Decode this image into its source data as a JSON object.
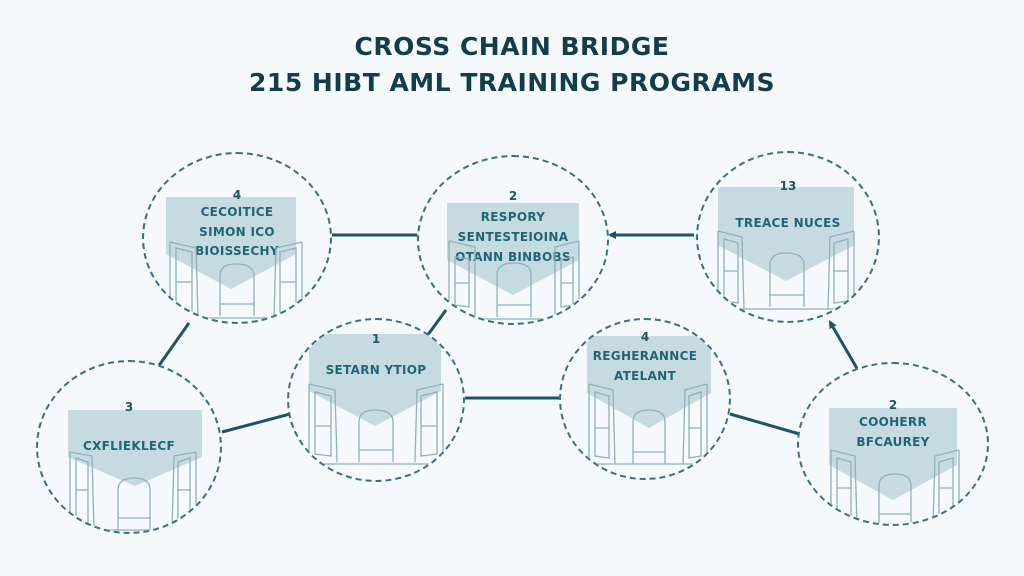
{
  "header": {
    "title_line_1": "CROSS CHAIN BRIDGE",
    "title_line_2": "215 HIBT AML TRAINING PROGRAMS"
  },
  "colors": {
    "background": "#f5f9fb",
    "title": "#123d4a",
    "connector": "#1d5566",
    "dashed_border": "#3d6f80",
    "banner_fill": "#c6dbe1",
    "banner_text": "#1f6576",
    "room_line": "#8fb0bb"
  },
  "nodes": [
    {
      "id": "node-top-left",
      "step": "4",
      "lines": [
        "CECOITICE",
        "SIMON ICO",
        "BIOISSECHY"
      ],
      "icon": "room-doorway-icon"
    },
    {
      "id": "node-top-center",
      "step": "2",
      "lines": [
        "RESPORY",
        "SENTESTEIOINA",
        "OTANN BINBOBS"
      ],
      "icon": "room-doorway-icon"
    },
    {
      "id": "node-top-right",
      "step": "13",
      "lines": [
        "TREACE NUCES"
      ],
      "icon": "room-doorway-icon"
    },
    {
      "id": "node-middle-center",
      "step": "1",
      "lines": [
        "SETARN YTIOP"
      ],
      "icon": "room-doorway-icon"
    },
    {
      "id": "node-middle-right",
      "step": "4",
      "lines": [
        "REGHERANNCE",
        "ATELANT"
      ],
      "icon": "room-doorway-icon"
    },
    {
      "id": "node-bottom-left",
      "step": "3",
      "lines": [
        "CXFLIEKLECF"
      ],
      "icon": "room-doorway-icon"
    },
    {
      "id": "node-bottom-right",
      "step": "2",
      "lines": [
        "COOHERR",
        "BFCAUREY"
      ],
      "icon": "room-doorway-icon"
    }
  ],
  "connectors": [
    {
      "from": "node-top-left",
      "to": "node-top-center",
      "style": "line"
    },
    {
      "from": "node-top-right",
      "to": "node-top-center",
      "style": "arrow"
    },
    {
      "from": "node-top-left",
      "to": "node-bottom-left",
      "style": "arrow"
    },
    {
      "from": "node-middle-center",
      "to": "node-top-center",
      "style": "line"
    },
    {
      "from": "node-bottom-left",
      "to": "node-middle-center",
      "style": "line"
    },
    {
      "from": "node-middle-center",
      "to": "node-middle-right",
      "style": "line"
    },
    {
      "from": "node-middle-right",
      "to": "node-bottom-right",
      "style": "line"
    },
    {
      "from": "node-bottom-right",
      "to": "node-top-right",
      "style": "arrow"
    }
  ]
}
